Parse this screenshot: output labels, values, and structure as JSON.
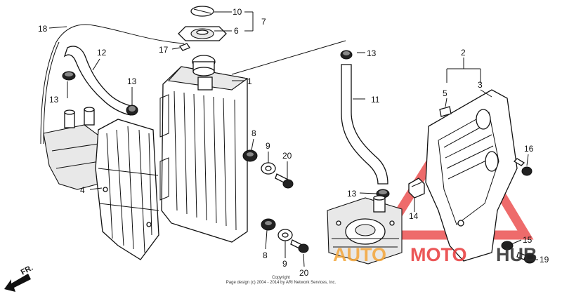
{
  "callouts": {
    "n1": "1",
    "n2": "2",
    "n3": "3",
    "n4": "4",
    "n5": "5",
    "n6": "6",
    "n7": "7",
    "n8a": "8",
    "n8b": "8",
    "n9a": "9",
    "n9b": "9",
    "n10": "10",
    "n11": "11",
    "n12": "12",
    "n13a": "13",
    "n13b": "13",
    "n13c": "13",
    "n13d": "13",
    "n14": "14",
    "n15": "15",
    "n16": "16",
    "n17": "17",
    "n18": "18",
    "n19": "19",
    "n20a": "20",
    "n20b": "20"
  },
  "direction": "FR.",
  "copyright": {
    "line1": "Copyright",
    "line2": "Page design (c) 2004 - 2014 by ARI Network Services, Inc."
  },
  "watermark": {
    "auto": "AUTO",
    "moto": "MOTO",
    "hub": "HUB"
  },
  "colors": {
    "watermark_red": "#e8393a",
    "watermark_orange": "#f4a63a",
    "watermark_dark": "#2b2b2b"
  }
}
